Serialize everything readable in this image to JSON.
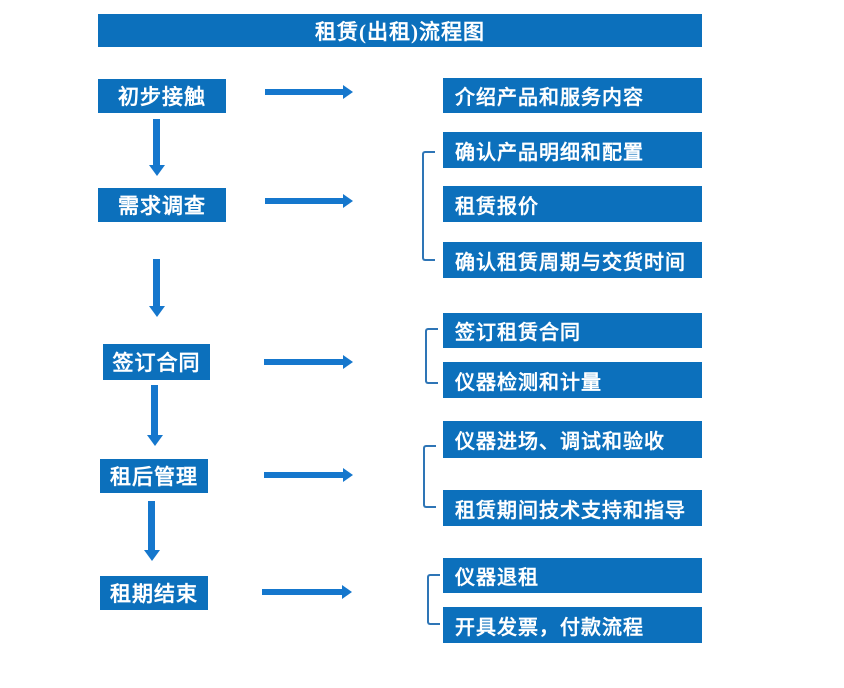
{
  "title": "租赁(出租)流程图",
  "colors": {
    "box_blue": "#0c70bc",
    "arrow_blue": "#1577cd",
    "bracket_blue": "#2e75b6",
    "text_white": "#ffffff"
  },
  "steps": [
    {
      "label": "初步接触",
      "details": [
        "介绍产品和服务内容"
      ]
    },
    {
      "label": "需求调查",
      "details": [
        "确认产品明细和配置",
        "租赁报价",
        "确认租赁周期与交货时间"
      ]
    },
    {
      "label": "签订合同",
      "details": [
        "签订租赁合同",
        "仪器检测和计量"
      ]
    },
    {
      "label": "租后管理",
      "details": [
        "仪器进场、调试和验收",
        "租赁期间技术支持和指导"
      ]
    },
    {
      "label": "租期结束",
      "details": [
        "仪器退租",
        "开具发票，付款流程"
      ]
    }
  ]
}
